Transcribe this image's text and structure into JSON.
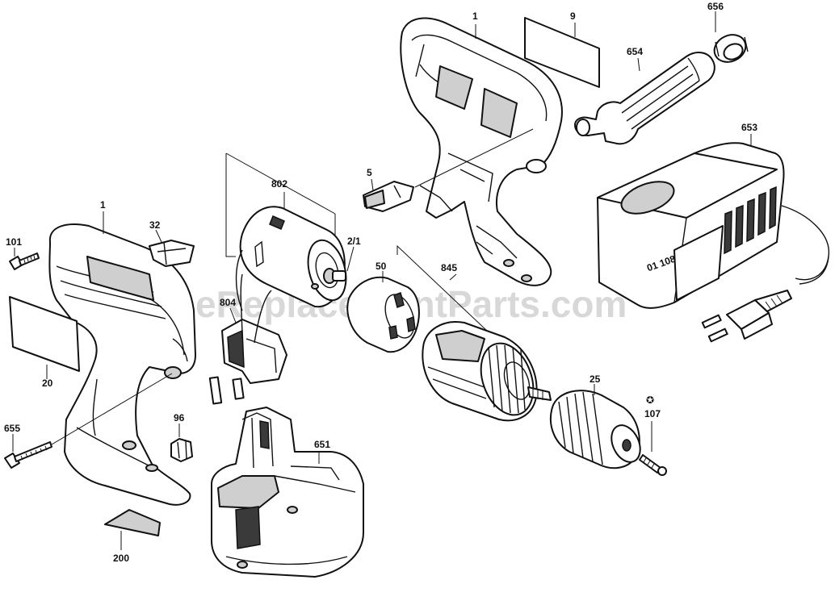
{
  "watermark": "eReplacementParts.com",
  "labels": {
    "l1_left": "1",
    "l1_top": "1",
    "l2_1": "2/1",
    "l5": "5",
    "l9": "9",
    "l20": "20",
    "l25": "25",
    "l32": "32",
    "l50": "50",
    "l96": "96",
    "l101": "101",
    "l107": "107",
    "l200": "200",
    "l651": "651",
    "l653": "653",
    "l654": "654",
    "l655": "655",
    "l656": "656",
    "l802": "802",
    "l804": "804",
    "l845": "845"
  },
  "charger_marking": "01 108",
  "star_symbol": "✪",
  "colors": {
    "line": "#111111",
    "fill": "#ffffff",
    "shade": "#cfcfcf",
    "dark": "#3a3a3a",
    "watermark": "#d8d8d8"
  },
  "icons": {
    "drill-housing-left": "housing-half-shell",
    "drill-housing-right": "housing-half-shell",
    "motor": "dc-motor",
    "gearbox": "planetary-gearbox",
    "chuck": "keyless-chuck",
    "battery": "battery-pack",
    "charger": "battery-charger",
    "handle": "auxiliary-handle"
  }
}
